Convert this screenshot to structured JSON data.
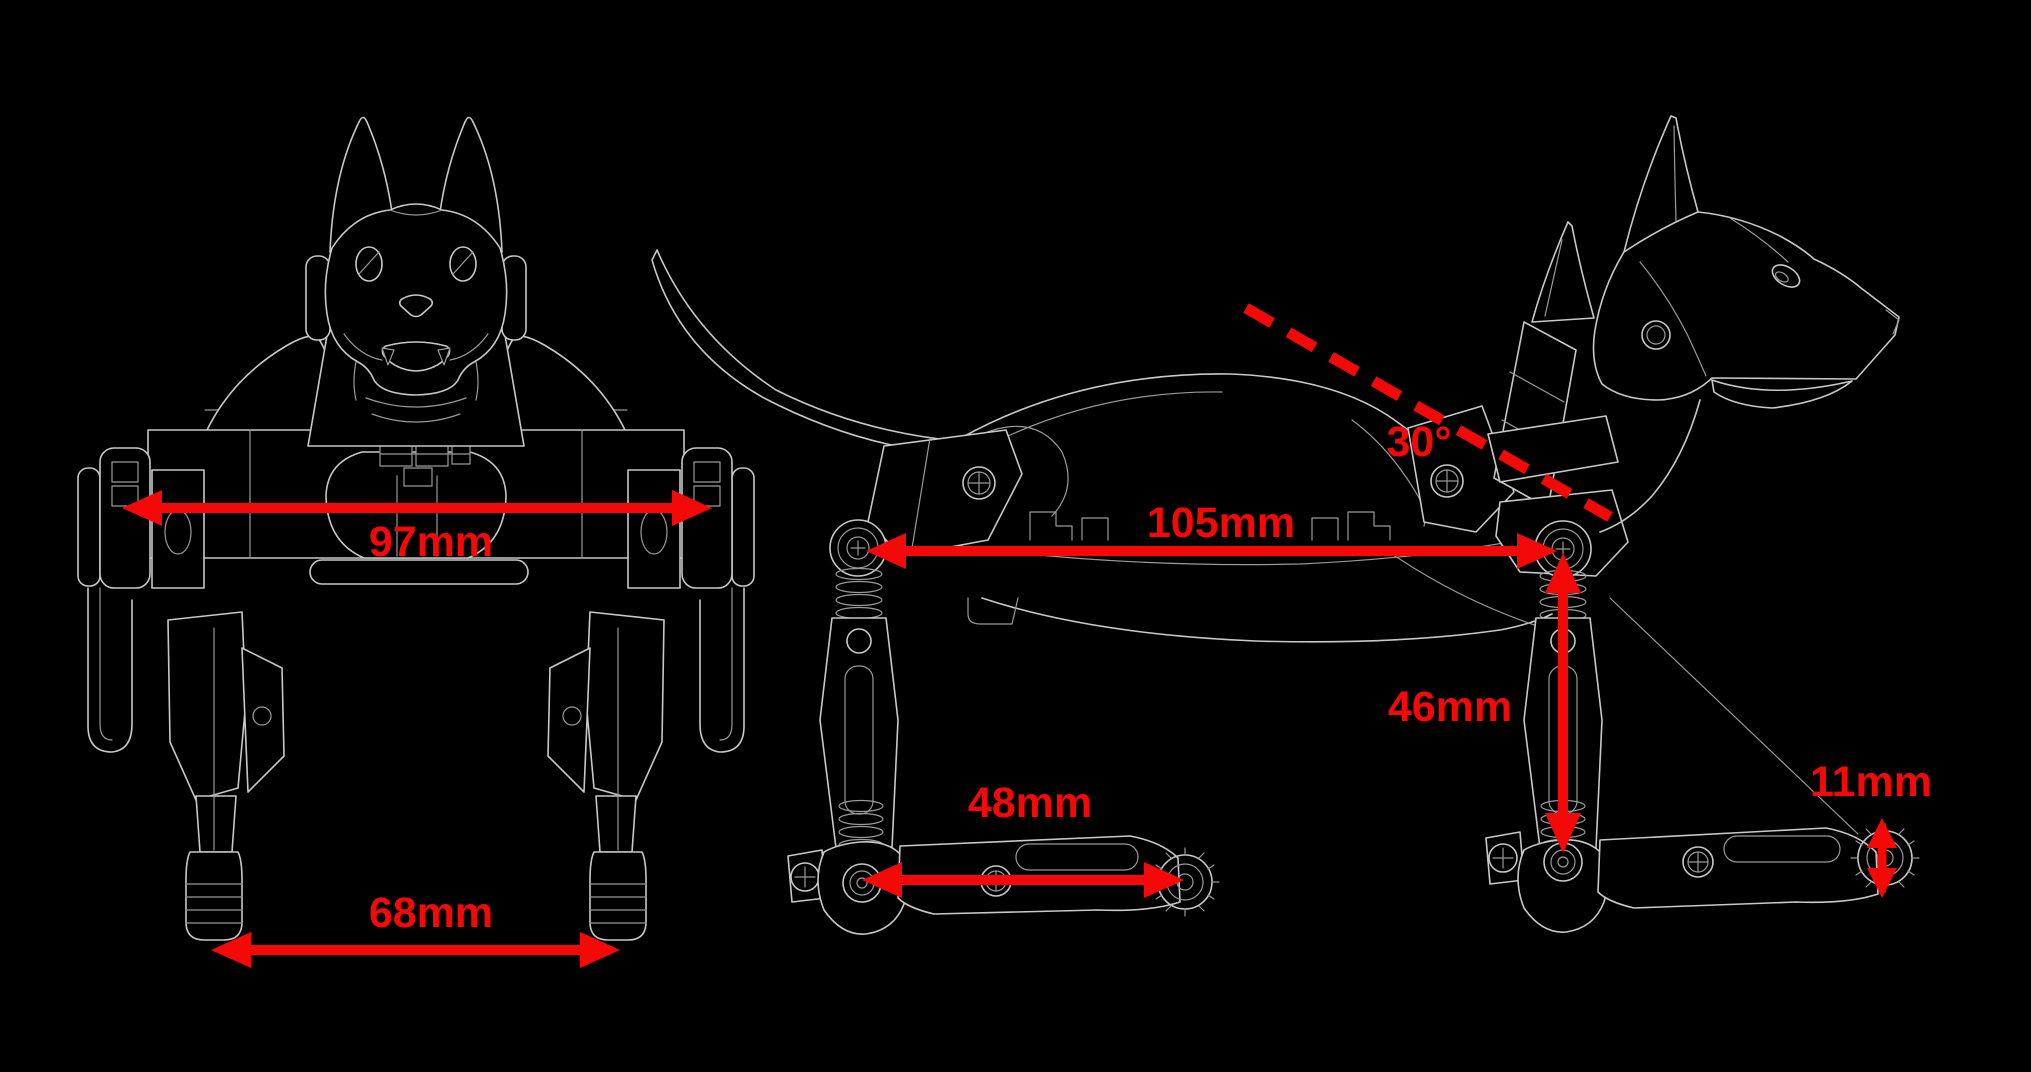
{
  "diagram": {
    "subject": "robot-dog-orthographic-dimension-drawing",
    "background_color": "#000000",
    "line_color": "#c8c8c8",
    "dimension_color": "#f50808",
    "views": [
      {
        "id": "front-view",
        "description": "robot dog front elevation line art"
      },
      {
        "id": "side-view",
        "description": "robot dog side elevation line art"
      }
    ],
    "dimensions": {
      "shoulder_width": {
        "label": "97mm",
        "value_mm": 97
      },
      "stance_width": {
        "label": "68mm",
        "value_mm": 68
      },
      "body_length": {
        "label": "105mm",
        "value_mm": 105
      },
      "head_angle": {
        "label": "30°",
        "value_deg": 30
      },
      "upper_leg_length": {
        "label": "46mm",
        "value_mm": 46
      },
      "lower_leg_length": {
        "label": "48mm",
        "value_mm": 48
      },
      "foot_wheel_height": {
        "label": "11mm",
        "value_mm": 11
      }
    }
  }
}
